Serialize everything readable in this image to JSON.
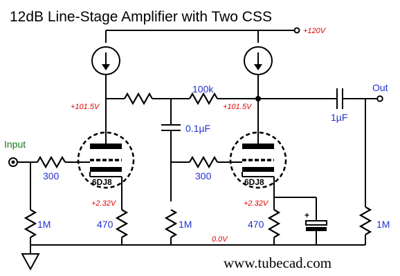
{
  "title": "12dB Line-Stage Amplifier with Two CSS",
  "supply": "+120V",
  "plate_voltage_left": "+101.5V",
  "plate_voltage_right": "+101.5V",
  "cathode_voltage_left": "+2.32V",
  "cathode_voltage_right": "+2.32V",
  "ground_voltage": "0.0V",
  "input_label": "Input",
  "output_label": "Out",
  "r_grid_stopper_1": "300",
  "r_grid_stopper_2": "300",
  "r_feedback": "100k",
  "c_coupling_mid": "0.1µF",
  "c_output": "1µF",
  "r_grid_leak_in": "1M",
  "r_cathode_left": "470",
  "r_mid_leak": "1M",
  "r_cathode_right": "470",
  "r_output_leak": "1M",
  "tube_left": "6DJ8",
  "tube_right": "6DJ8",
  "bypass_polarity": "+",
  "website": "www.tubecad.com",
  "colors": {
    "value_label": "#e00000",
    "component_label": "#1f2fd0",
    "input_label": "#1a7a1a",
    "line": "#000000"
  }
}
